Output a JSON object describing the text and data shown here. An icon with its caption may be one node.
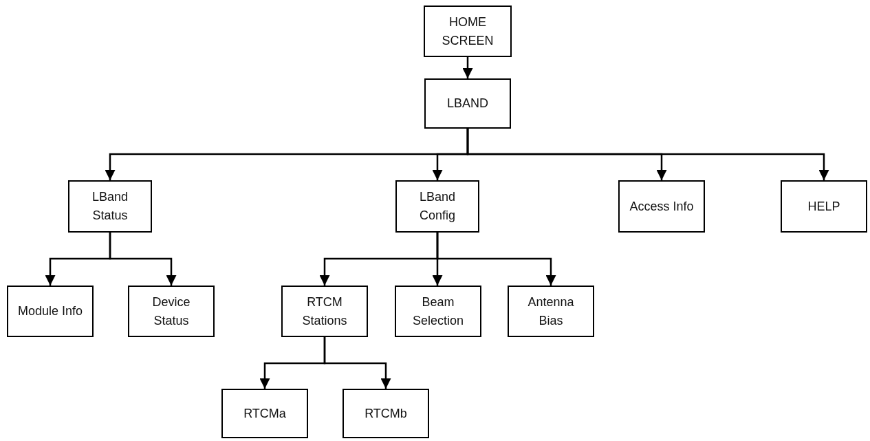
{
  "diagram": {
    "nodes": [
      {
        "text": [
          "HOME SCREEN"
        ]
      },
      {
        "text": [
          "LBAND"
        ]
      },
      {
        "text": [
          "LBand Status"
        ]
      },
      {
        "text": [
          "LBand Config"
        ]
      },
      {
        "text": [
          "Access Info"
        ]
      },
      {
        "text": [
          "HELP"
        ]
      },
      {
        "text": [
          "Module Info"
        ]
      },
      {
        "text": [
          "Device Status"
        ]
      },
      {
        "text": [
          "RTCM Stations"
        ]
      },
      {
        "text": [
          "Beam Selection"
        ]
      },
      {
        "text": [
          "Antenna Bias"
        ]
      },
      {
        "text": [
          "RTCMa"
        ]
      },
      {
        "text": [
          "RTCMb"
        ]
      }
    ],
    "edges": [
      {
        "from": 0,
        "to": 1,
        "arrow": "to"
      },
      {
        "from": 1,
        "to": 2,
        "arrow": "to"
      },
      {
        "from": 1,
        "to": 3,
        "arrow": "to"
      },
      {
        "from": 1,
        "to": 4,
        "arrow": "to"
      },
      {
        "from": 1,
        "to": 5,
        "arrow": "to"
      },
      {
        "from": 2,
        "to": 6,
        "arrow": "to"
      },
      {
        "from": 2,
        "to": 7,
        "arrow": "to"
      },
      {
        "from": 3,
        "to": 8,
        "arrow": "to"
      },
      {
        "from": 3,
        "to": 9,
        "arrow": "to"
      },
      {
        "from": 3,
        "to": 10,
        "arrow": "to"
      },
      {
        "from": 8,
        "to": 11,
        "arrow": "to"
      },
      {
        "from": 8,
        "to": 12,
        "arrow": "to"
      }
    ]
  }
}
